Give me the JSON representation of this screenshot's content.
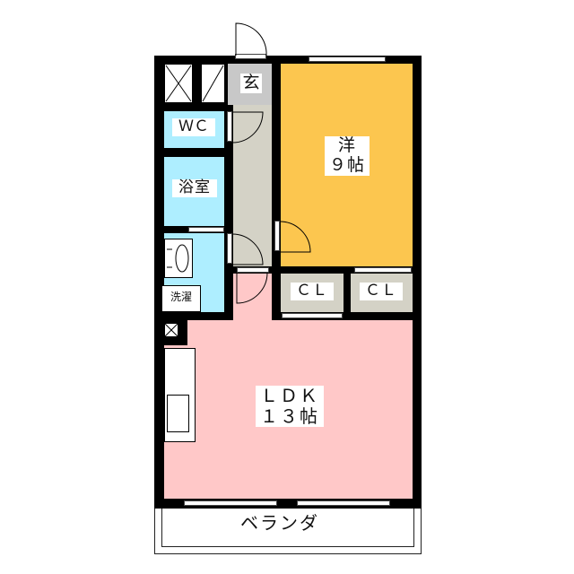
{
  "rooms": {
    "entrance": "玄",
    "wc": "ＷＣ",
    "bath": "浴室",
    "laundry": "洗濯",
    "western_room": {
      "name": "洋",
      "size": "９帖"
    },
    "closet1": "ＣＬ",
    "closet2": "ＣＬ",
    "ldk": {
      "name": "ＬＤＫ",
      "size": "１３帖"
    },
    "balcony": "ベランダ"
  },
  "colors": {
    "western_room": "#fcc64f",
    "ldk": "#ffc8c8",
    "wet_area": "#aeeeff",
    "corridor": "#d4d2c6",
    "entrance": "#c8c8c8",
    "wall": "#000000"
  }
}
